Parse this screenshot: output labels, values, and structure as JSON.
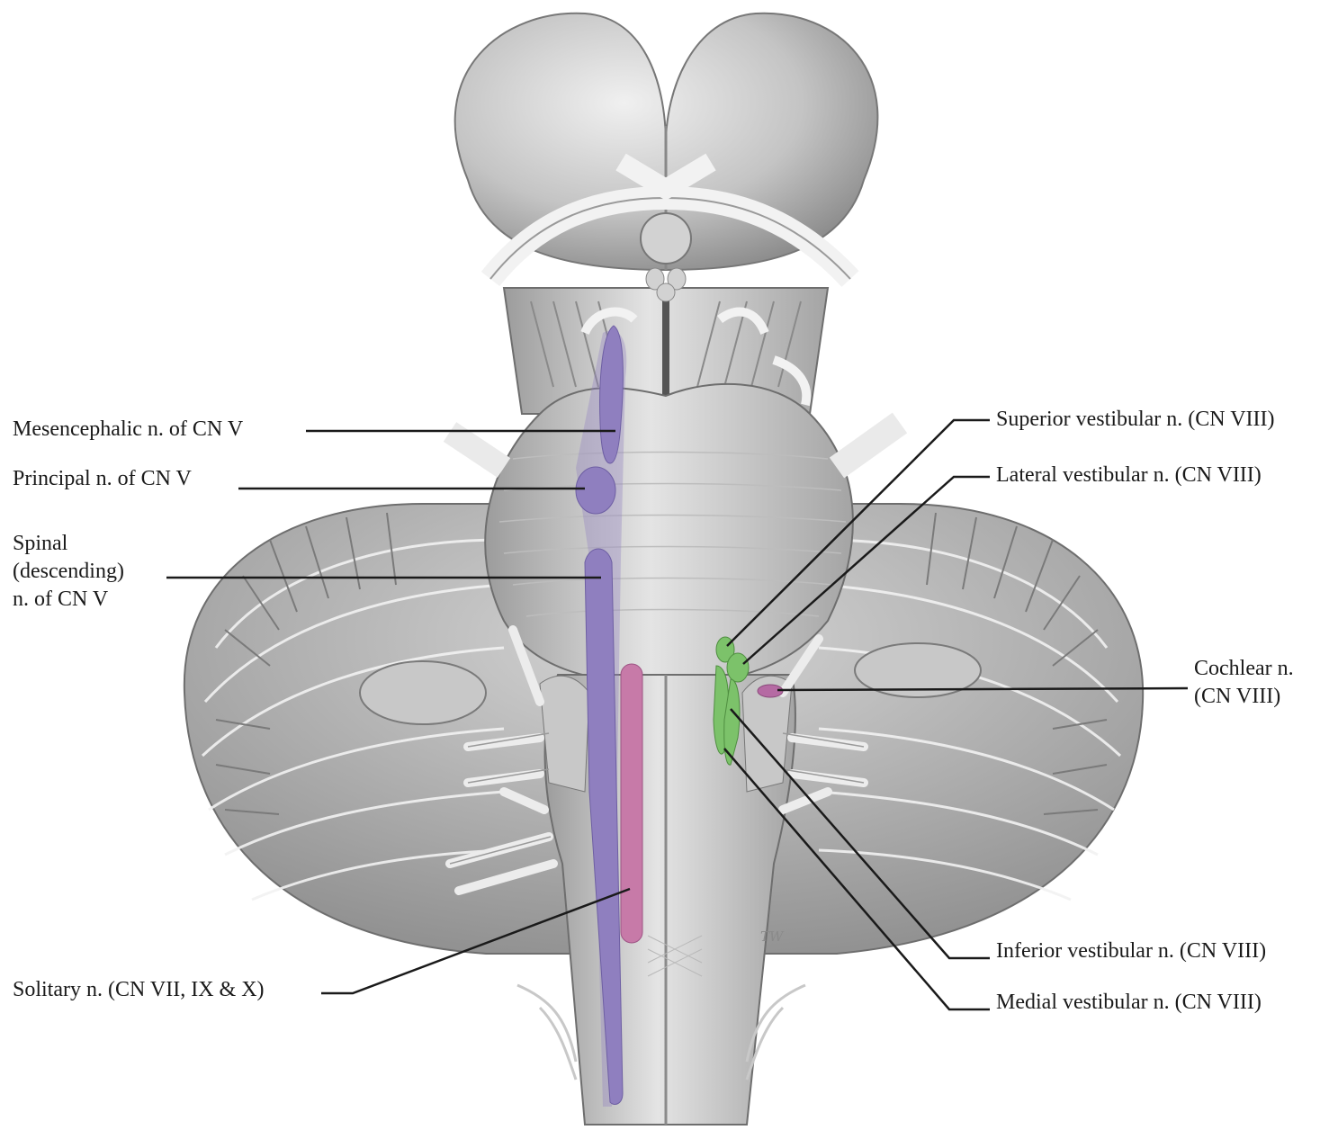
{
  "labels": {
    "mesencephalic": "Mesencephalic n. of CN V",
    "principal": "Principal n. of CN V",
    "spinal": [
      "Spinal",
      "(descending)",
      "n. of CN V"
    ],
    "solitary": "Solitary n. (CN VII, IX & X)",
    "superior_vestibular": "Superior vestibular n. (CN VIII)",
    "lateral_vestibular": "Lateral vestibular n. (CN VIII)",
    "cochlear": [
      "Cochlear n.",
      "(CN VIII)"
    ],
    "inferior_vestibular": "Inferior vestibular n. (CN VIII)",
    "medial_vestibular": "Medial vestibular n. (CN VIII)"
  },
  "artist_signature": "TW",
  "colors": {
    "trigeminal_nuclei": "#8f7fbf",
    "solitary_nucleus": "#c77aa8",
    "vestibular_nuclei": "#7cc26a",
    "cochlear_nucleus": "#b56aa3",
    "brainstem": "#d8d8d8",
    "leader_line": "#1a1a1a"
  }
}
